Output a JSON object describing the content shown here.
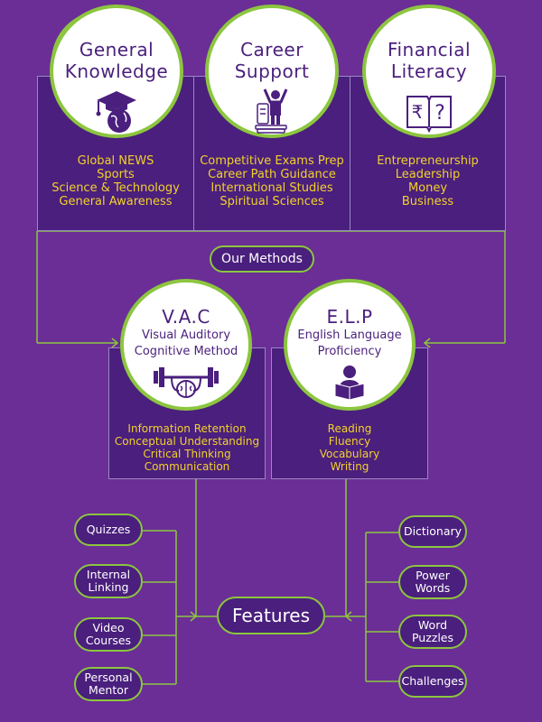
{
  "subjects": [
    {
      "title": [
        "General",
        "Knowledge"
      ],
      "icon": "graduation-globe-icon",
      "items": [
        "Global NEWS",
        "Sports",
        "Science & Technology",
        "General Awareness"
      ]
    },
    {
      "title": [
        "Career",
        "Support"
      ],
      "icon": "person-celebrating-icon",
      "items": [
        "Competitive Exams Prep",
        "Career Path Guidance",
        "International Studies",
        "Spiritual Sciences"
      ]
    },
    {
      "title": [
        "Financial",
        "Literacy"
      ],
      "icon": "rupee-question-book-icon",
      "items": [
        "Entrepreneurship",
        "Leadership",
        "Money",
        "Business"
      ]
    }
  ],
  "methods_label": "Our Methods",
  "methods": [
    {
      "title": "V.A.C",
      "subtitle": [
        "Visual Auditory",
        "Cognitive Method"
      ],
      "icon": "brain-barbell-icon",
      "items": [
        "Information Retention",
        "Conceptual Understanding",
        "Critical Thinking",
        "Communication"
      ]
    },
    {
      "title": "E.L.P",
      "subtitle": [
        "English Language",
        "Proficiency"
      ],
      "icon": "person-reading-icon",
      "items": [
        "Reading",
        "Fluency",
        "Vocabulary",
        "Writing"
      ]
    }
  ],
  "features_label": "Features",
  "features_left": [
    [
      "Quizzes"
    ],
    [
      "Internal",
      "Linking"
    ],
    [
      "Video",
      "Courses"
    ],
    [
      "Personal",
      "Mentor"
    ]
  ],
  "features_right": [
    [
      "Dictionary"
    ],
    [
      "Power",
      "Words"
    ],
    [
      "Word",
      "Puzzles"
    ],
    [
      "Challenges"
    ]
  ],
  "colors": {
    "background": "#6a2e96",
    "box": "#4a1f7d",
    "accent_green": "#8cc63f",
    "text_yellow": "#f2d12b",
    "circle_text": "#4a1f7d"
  }
}
